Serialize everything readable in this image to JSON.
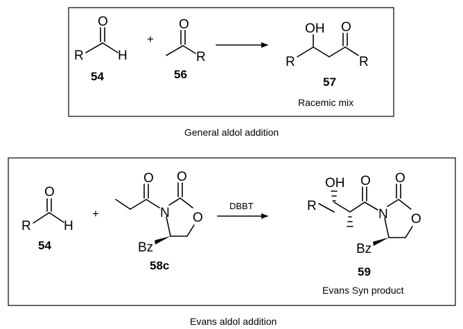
{
  "general": {
    "caption": "General aldol addition",
    "reactant1": {
      "R": "R",
      "O": "O",
      "H": "H",
      "number": "54"
    },
    "plus": "+",
    "reactant2": {
      "O": "O",
      "R": "R",
      "number": "56"
    },
    "product": {
      "OH": "OH",
      "O": "O",
      "R_left": "R",
      "R_right": "R",
      "number": "57",
      "note": "Racemic mix"
    }
  },
  "evans": {
    "caption": "Evans aldol addition",
    "reactant1": {
      "R": "R",
      "O": "O",
      "H": "H",
      "number": "54"
    },
    "plus": "+",
    "auxiliary": {
      "O_acyl": "O",
      "O_carbonyl": "O",
      "N": "N",
      "O_ring": "O",
      "Bz": "Bz",
      "number": "58c"
    },
    "reagent": "DBBT",
    "product": {
      "OH": "OH",
      "O_acyl": "O",
      "O_carbonyl": "O",
      "R": "R",
      "N": "N",
      "O_ring": "O",
      "Bz": "Bz",
      "number": "59",
      "note": "Evans Syn product"
    }
  }
}
